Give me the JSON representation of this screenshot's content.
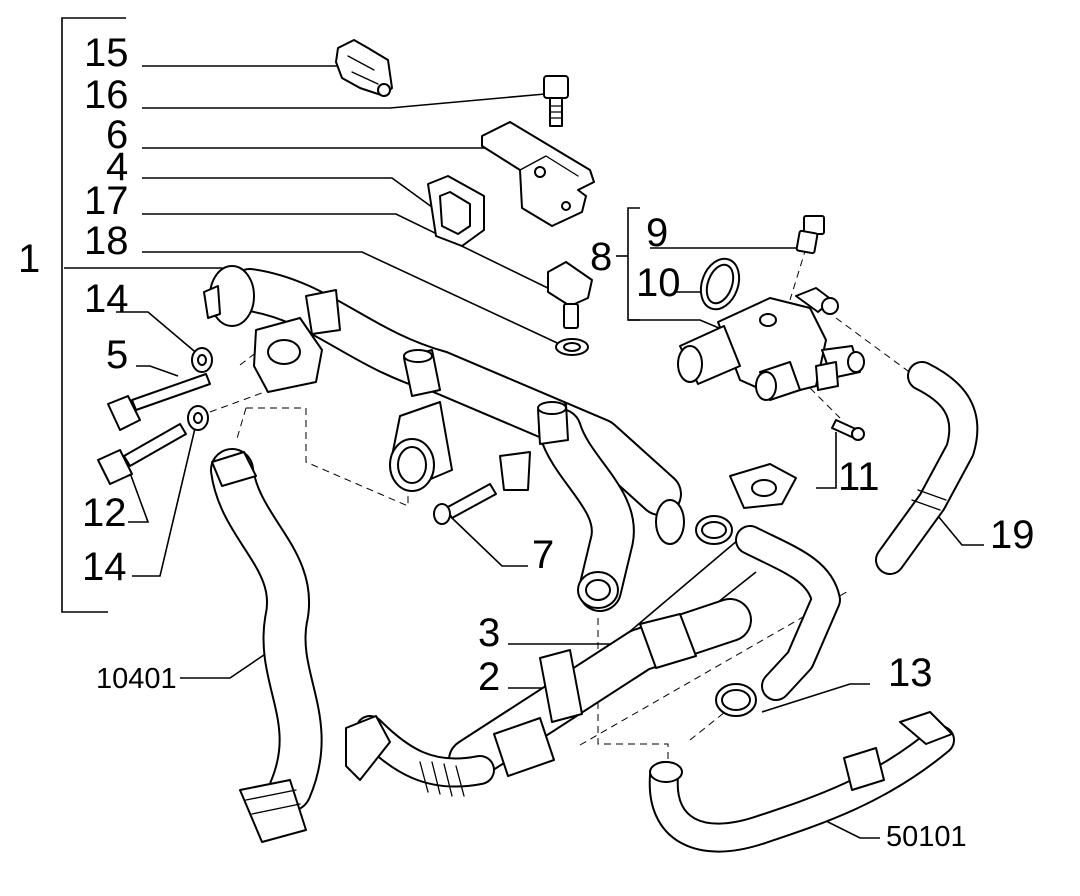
{
  "diagram": {
    "callouts": {
      "c15": "15",
      "c16": "16",
      "c6": "6",
      "c4": "4",
      "c17": "17",
      "c18": "18",
      "c1": "1",
      "c14a": "14",
      "c5": "5",
      "c12": "12",
      "c14b": "14",
      "c9": "9",
      "c8": "8",
      "c10": "10",
      "c11": "11",
      "c19": "19",
      "c7": "7",
      "c3": "3",
      "c2": "2",
      "c13": "13",
      "c10401": "10401",
      "c50101": "50101"
    }
  }
}
